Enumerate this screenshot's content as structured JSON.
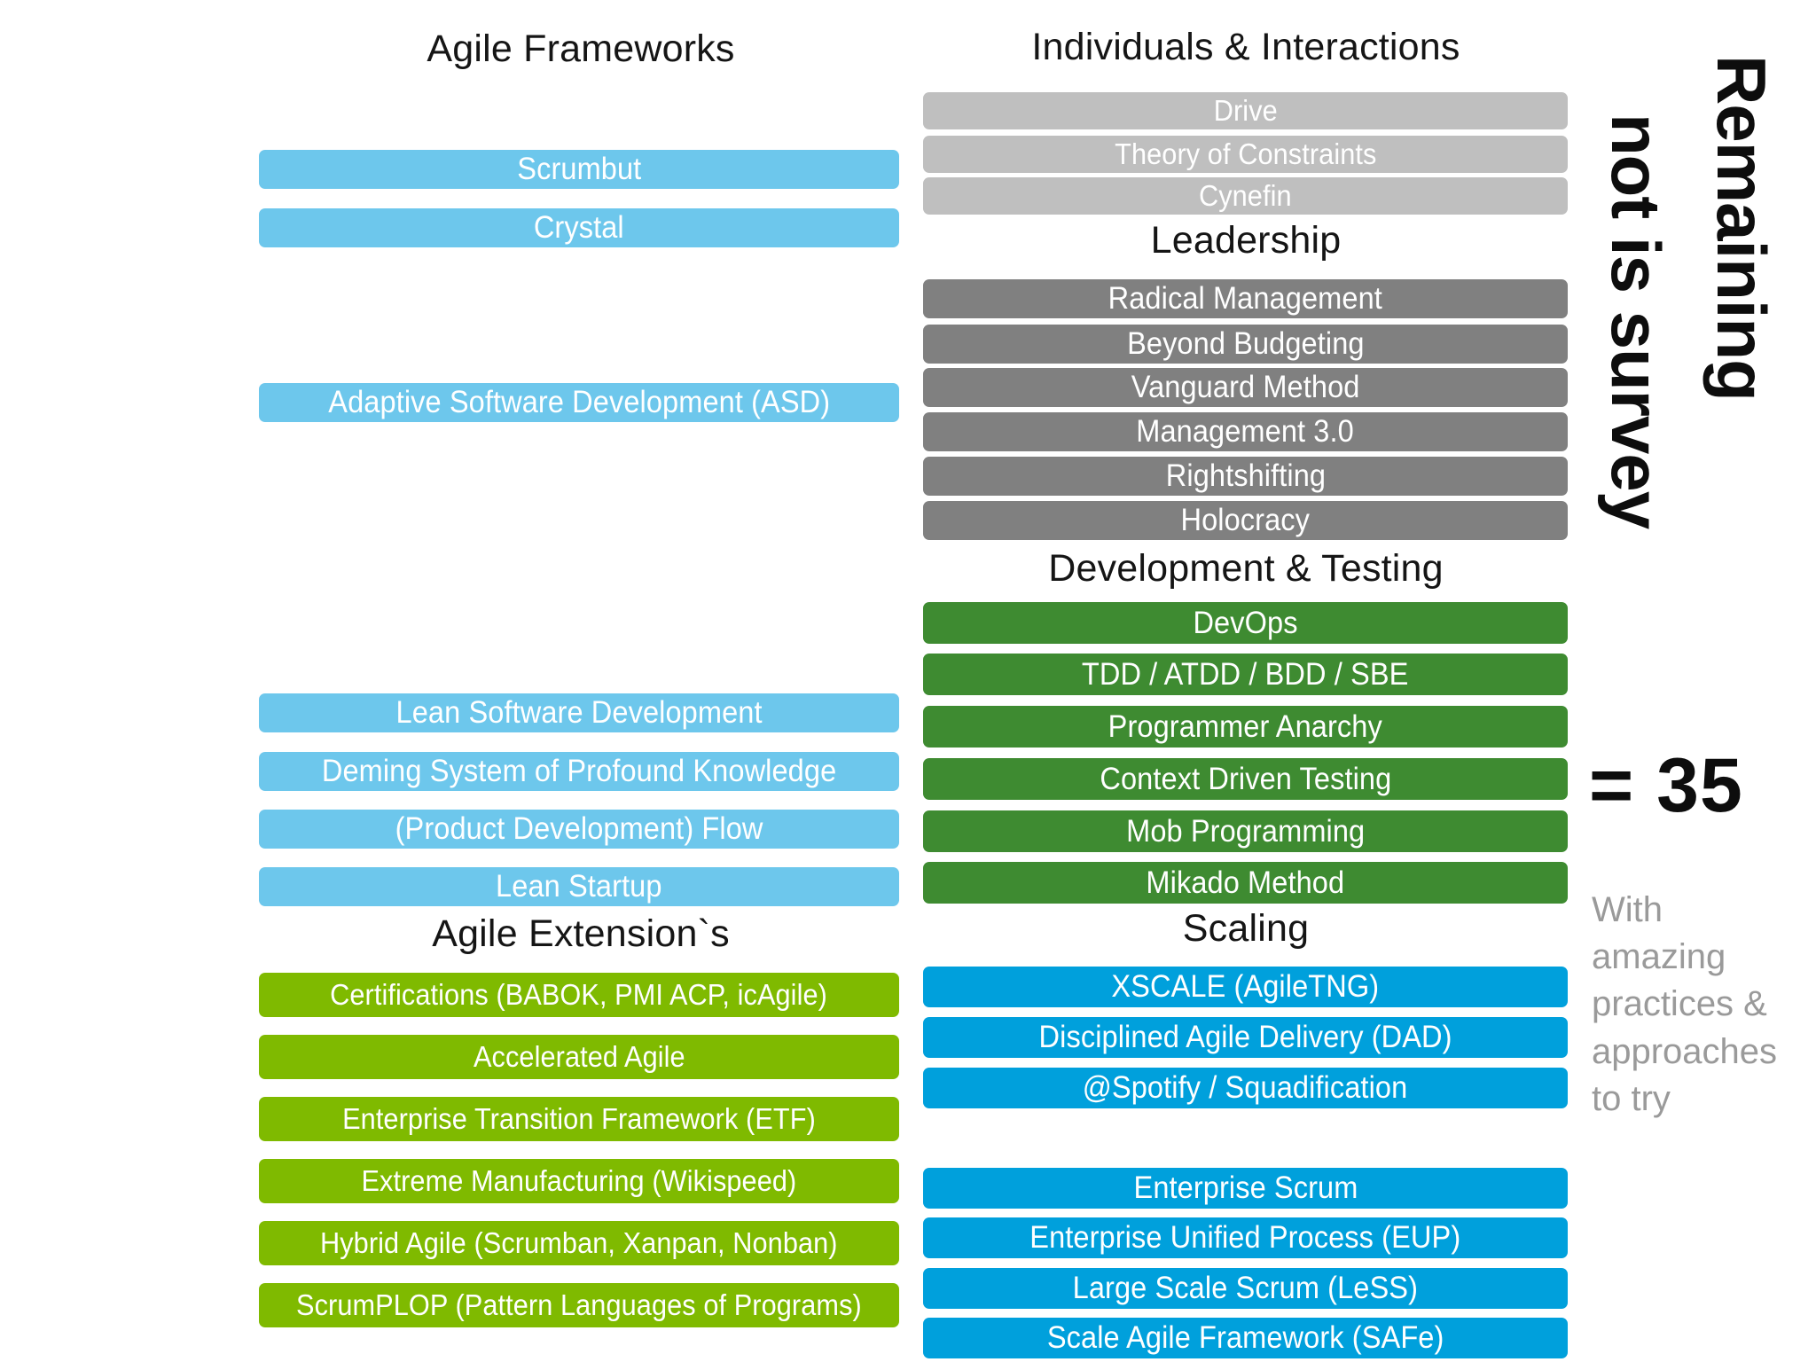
{
  "slide": {
    "background": "#ffffff",
    "palette": {
      "light_blue": "#6DC7EC",
      "light_gray": "#BFBFBF",
      "dark_gray": "#808080",
      "dark_green": "#3E8B31",
      "yellow_green": "#7FBA00",
      "bright_blue": "#00A0DC",
      "heading_text": "#151515",
      "note_text": "#9a9a9a"
    }
  },
  "left_column": {
    "sections": [
      {
        "title": "Agile Frameworks",
        "color": "#6DC7EC",
        "items": [
          "Scrumbut",
          "Crystal",
          "Adaptive Software Development (ASD)",
          "Lean Software Development",
          "Deming System of Profound Knowledge",
          "(Product Development) Flow",
          "Lean Startup"
        ]
      },
      {
        "title": "Agile Extension`s",
        "color": "#7FBA00",
        "items": [
          "Certifications (BABOK, PMI ACP, icAgile)",
          "Accelerated Agile",
          "Enterprise Transition Framework (ETF)",
          "Extreme Manufacturing (Wikispeed)",
          "Hybrid Agile (Scrumban, Xanpan, Nonban)",
          "ScrumPLOP (Pattern Languages of Programs)"
        ]
      }
    ]
  },
  "right_column": {
    "sections": [
      {
        "title": "Individuals & Interactions",
        "color": "#BFBFBF",
        "items": [
          "Drive",
          "Theory of Constraints",
          "Cynefin"
        ]
      },
      {
        "title": "Leadership",
        "color": "#808080",
        "items": [
          "Radical Management",
          "Beyond Budgeting",
          "Vanguard Method",
          "Management 3.0",
          "Rightshifting",
          "Holocracy"
        ]
      },
      {
        "title": "Development & Testing",
        "color": "#3E8B31",
        "items": [
          "DevOps",
          "TDD / ATDD / BDD / SBE",
          "Programmer Anarchy",
          "Context Driven Testing",
          "Mob Programming",
          "Mikado Method"
        ]
      },
      {
        "title": "Scaling",
        "color": "#00A0DC",
        "items": [
          "XSCALE (AgileTNG)",
          "Disciplined Agile Delivery (DAD)",
          "@Spotify / Squadification",
          "Enterprise Scrum",
          "Enterprise Unified Process (EUP)",
          "Large Scale Scrum (LeSS)",
          "Scale Agile Framework (SAFe)"
        ]
      }
    ]
  },
  "side_panel": {
    "rotated_line_1": "Remaining",
    "rotated_line_2": "not is survey",
    "total": "= 35",
    "note": "With amazing practices & approaches to try"
  }
}
